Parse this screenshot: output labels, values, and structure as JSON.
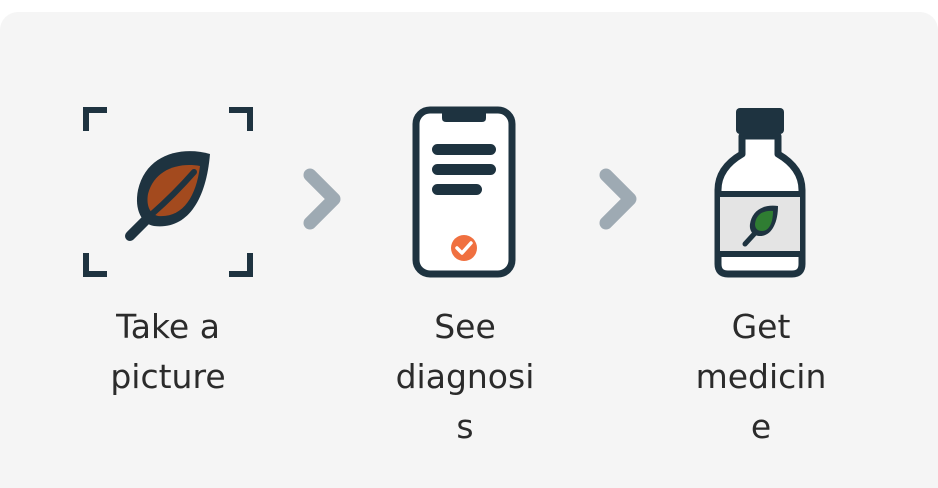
{
  "steps": [
    {
      "icon": "leaf-scan-icon",
      "label_lines": [
        "Take a",
        "picture"
      ]
    },
    {
      "icon": "phone-diagnosis-icon",
      "label_lines": [
        "See",
        "diagnosi",
        "s"
      ]
    },
    {
      "icon": "medicine-bottle-icon",
      "label_lines": [
        "Get",
        "medicin",
        "e"
      ]
    }
  ],
  "colors": {
    "background": "#f5f5f5",
    "dark": "#1e3340",
    "leaf_brown": "#a34a1e",
    "leaf_green": "#2f7d32",
    "chevron": "#9eaab3",
    "check_orange": "#f07040"
  }
}
